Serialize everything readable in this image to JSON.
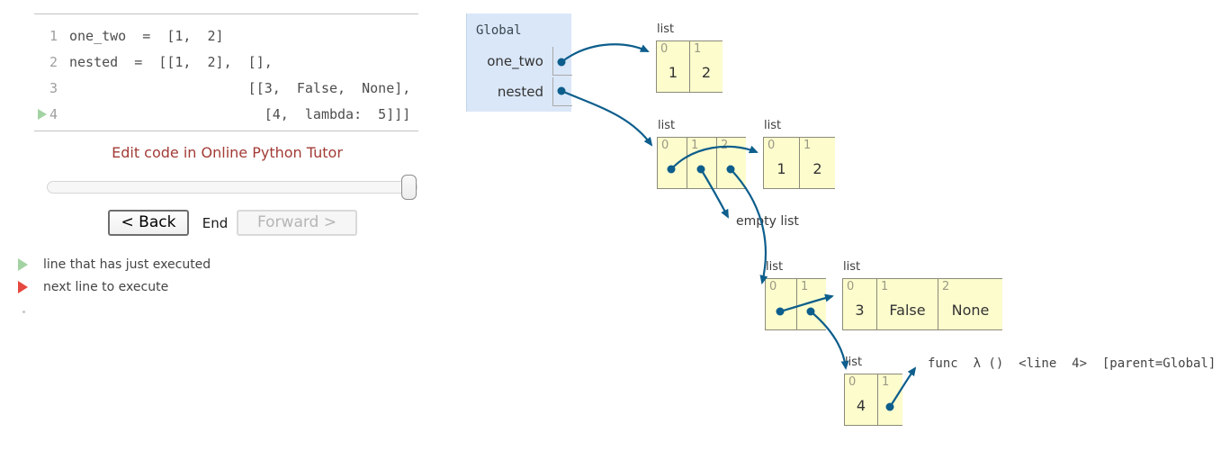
{
  "code_panel": {
    "lines": [
      {
        "num": "1",
        "text": "one_two  =  [1,  2]"
      },
      {
        "num": "2",
        "text": "nested  =  [[1,  2],  [],"
      },
      {
        "num": "3",
        "text": "                      [[3,  False,  None],"
      },
      {
        "num": "4",
        "text": "                        [4,  lambda:  5]]]"
      }
    ],
    "edit_link_label": "Edit code in Online Python Tutor"
  },
  "controls": {
    "back_label": "< Back",
    "status_label": "End",
    "forward_label": "Forward >"
  },
  "legend": {
    "just_executed_label": "line that has just executed",
    "next_line_label": "next line to execute"
  },
  "global_frame": {
    "title": "Global",
    "variables": [
      {
        "name": "one_two"
      },
      {
        "name": "nested"
      }
    ]
  },
  "heap": {
    "objects": [
      {
        "label": "list",
        "cells": [
          {
            "index": "0",
            "value": "1"
          },
          {
            "index": "1",
            "value": "2"
          }
        ]
      },
      {
        "label": "list",
        "cells": [
          {
            "index": "0",
            "value": ""
          },
          {
            "index": "1",
            "value": ""
          },
          {
            "index": "2",
            "value": ""
          }
        ]
      },
      {
        "label": "list",
        "cells": [
          {
            "index": "0",
            "value": "1"
          },
          {
            "index": "1",
            "value": "2"
          }
        ]
      },
      {
        "label": "list",
        "cells": [
          {
            "index": "0",
            "value": ""
          },
          {
            "index": "1",
            "value": ""
          }
        ]
      },
      {
        "label": "list",
        "cells": [
          {
            "index": "0",
            "value": "3"
          },
          {
            "index": "1",
            "value": "False"
          },
          {
            "index": "2",
            "value": "None"
          }
        ]
      },
      {
        "label": "list",
        "cells": [
          {
            "index": "0",
            "value": "4"
          },
          {
            "index": "1",
            "value": ""
          }
        ]
      }
    ],
    "empty_list_label": "empty list",
    "func_label": "func  λ ()  <line  4>  [parent=Global]"
  },
  "colors": {
    "arrow": "#0d5e8c",
    "heap_cell_bg": "#fcfccd",
    "frame_bg": "#dae7f8",
    "just_executed_green": "#a3d3a3",
    "next_line_red": "#e5483e",
    "link_red": "#a23b36"
  }
}
